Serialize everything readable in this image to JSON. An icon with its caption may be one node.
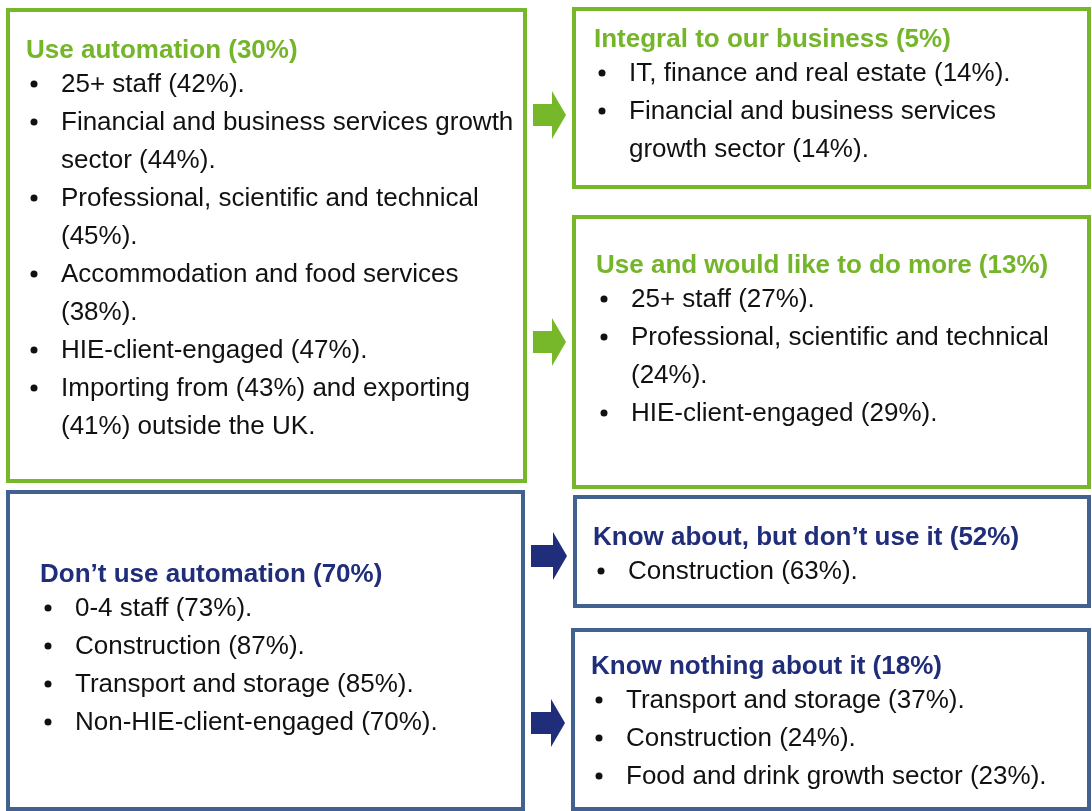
{
  "diagram": {
    "nodes": [
      {
        "text": [
          "Use automation (30%)",
          "25+ staff (42%).",
          "Financial and business services growth sector (44%).",
          "Professional, scientific and technical (45%).",
          "Accommodation and food services (38%).",
          "HIE-client-engaged (47%).",
          "Importing from (43%) and exporting (41%) outside the UK."
        ]
      },
      {
        "text": [
          "Integral to our business (5%)",
          "IT, finance and real estate (14%).",
          "Financial and business services growth sector (14%)."
        ]
      },
      {
        "text": [
          "Use and would like to do more (13%)",
          "25+ staff (27%).",
          "Professional, scientific and technical (24%).",
          "HIE-client-engaged (29%)."
        ]
      },
      {
        "text": [
          "Don’t use automation (70%)",
          "0-4 staff (73%).",
          "Construction (87%).",
          "Transport and storage (85%).",
          "Non-HIE-client-engaged (70%)."
        ]
      },
      {
        "text": [
          "Know about, but don’t use it (52%)",
          "Construction (63%)."
        ]
      },
      {
        "text": [
          "Know nothing about it (18%)",
          "Transport and storage (37%).",
          "Construction (24%).",
          "Food and drink growth sector (23%)."
        ]
      }
    ],
    "edges": [
      {
        "from": 0,
        "to": 1,
        "arrow": "to"
      },
      {
        "from": 0,
        "to": 2,
        "arrow": "to"
      },
      {
        "from": 3,
        "to": 4,
        "arrow": "to",
        "color": "#1f2d7b"
      },
      {
        "from": 3,
        "to": 5,
        "arrow": "to",
        "color": "#1f2d7b"
      }
    ]
  }
}
